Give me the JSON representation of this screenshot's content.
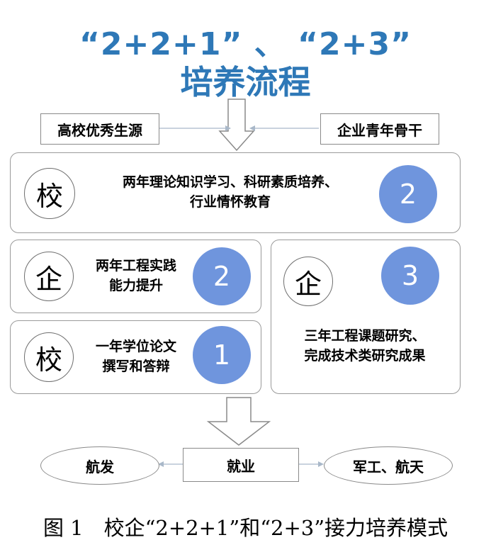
{
  "title": {
    "line1": "“2+2+1” 、 “2+3”",
    "line2": "培养流程"
  },
  "sources": {
    "left": "高校优秀生源",
    "right": "企业青年骨干"
  },
  "panel_top": {
    "char": "校",
    "text": "两年理论知识学习、科研素质培养、行业情怀教育",
    "text_line1": "两年理论知识学习、科研素质培养、",
    "text_line2": "行业情怀教育",
    "number": "2"
  },
  "panel_mid_left": {
    "char": "企",
    "text_line1": "两年工程实践",
    "text_line2": "能力提升",
    "number": "2"
  },
  "panel_bottom_left": {
    "char": "校",
    "text_line1": "一年学位论文",
    "text_line2": "撰写和答辩",
    "number": "1"
  },
  "panel_right": {
    "char": "企",
    "text_line1": "三年工程课题研究、",
    "text_line2": "完成技术类研究成果",
    "number": "3"
  },
  "outcomes": {
    "left": "航发",
    "center": "就业",
    "right": "军工、航天"
  },
  "caption": "图 1　校企“2+2+1”和“2+3”接力培养模式",
  "colors": {
    "title": "#2e78b7",
    "number_circle": "#6f95dd",
    "border": "#9a9a9a"
  }
}
